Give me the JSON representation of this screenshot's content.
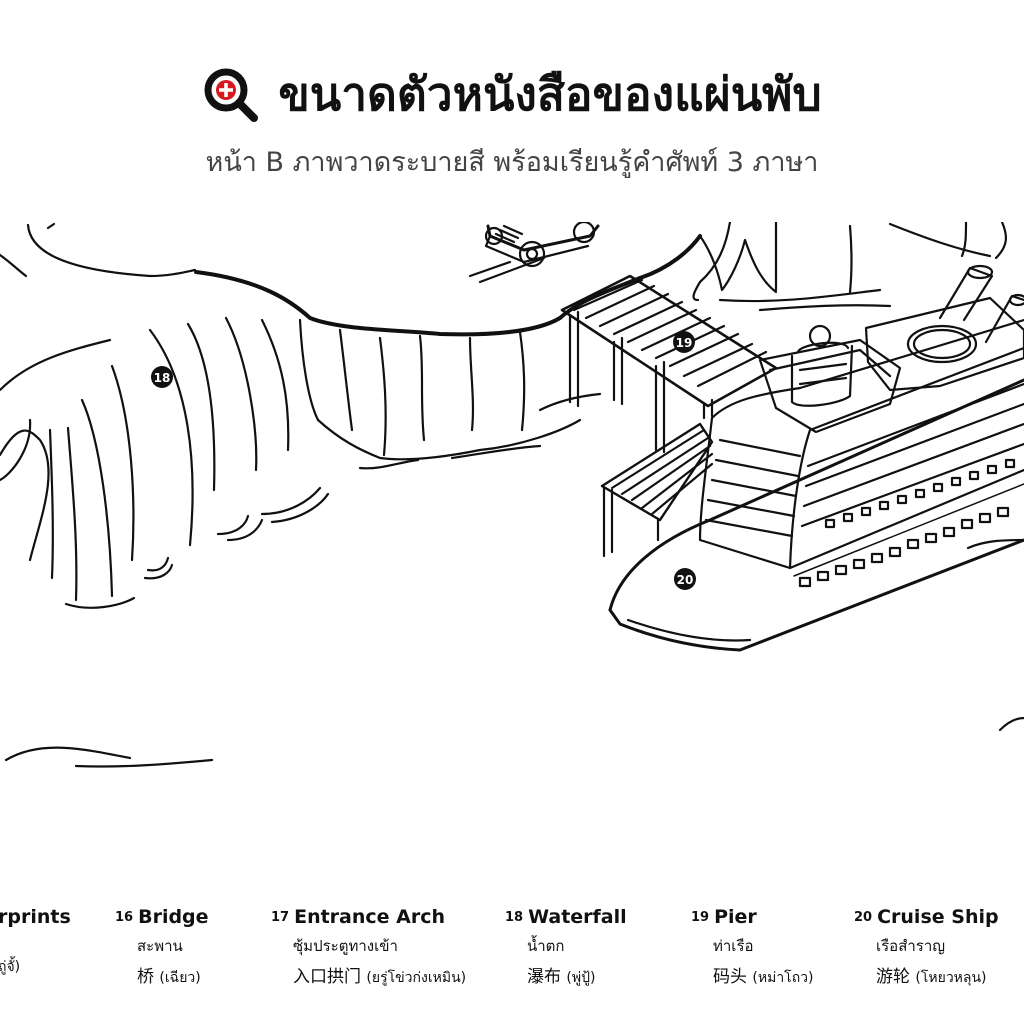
{
  "header": {
    "title": "ขนาดตัวหนังสือของแผ่นพับ",
    "subtitle": "หน้า B ภาพวาดระบายสี พร้อมเรียนรู้คำศัพท์ 3 ภาษา"
  },
  "markers": [
    "18",
    "19",
    "20"
  ],
  "legend": [
    {
      "num": "",
      "en": "rprints",
      "th": "",
      "zh": "",
      "pron": "ถู่จั้)"
    },
    {
      "num": "16",
      "en": "Bridge",
      "th": "สะพาน",
      "zh": "桥",
      "pron": "(เฉียว)"
    },
    {
      "num": "17",
      "en": "Entrance Arch",
      "th": "ซุ้มประตูทางเข้า",
      "zh": "入口拱门",
      "pron": "(ยรู่โข่วก่งเหมิน)"
    },
    {
      "num": "18",
      "en": "Waterfall",
      "th": "น้ำตก",
      "zh": "瀑布",
      "pron": "(พู่ปู้)"
    },
    {
      "num": "19",
      "en": "Pier",
      "th": "ท่าเรือ",
      "zh": "码头",
      "pron": "(หม่าโถว)"
    },
    {
      "num": "20",
      "en": "Cruise Ship",
      "th": "เรือสำราญ",
      "zh": "游轮",
      "pron": "(โหยวหลุน)"
    }
  ],
  "colors": {
    "accent": "#d7191f",
    "ink": "#111111",
    "subtitle": "#444444"
  },
  "icons": {
    "title_icon": "zoom-in-icon"
  }
}
